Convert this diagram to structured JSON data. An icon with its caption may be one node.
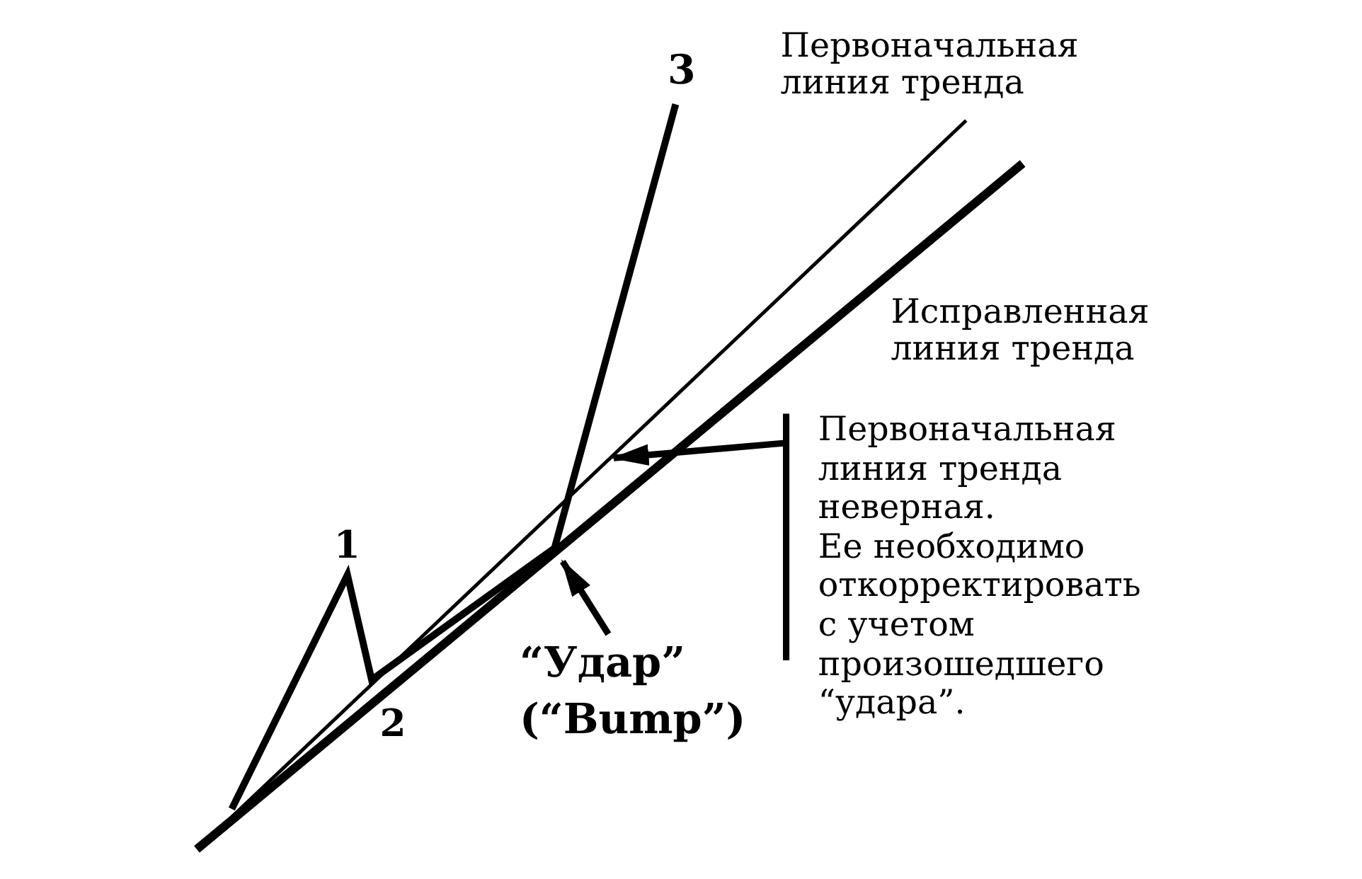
{
  "diagram": {
    "nodes": [
      {
        "text": [
          "Первоначальная линия тренда неверная.",
          "Ее необходимо откорректировать с учетом произошедшего “удара”."
        ]
      },
      {
        "text": [
          "“Удар” (“Bump”)"
        ]
      }
    ],
    "edges": [
      {
        "from": 0,
        "to": null,
        "arrow": "to"
      },
      {
        "from": 1,
        "to": null,
        "arrow": "to"
      }
    ],
    "labels": [
      "Первоначальная линия тренда",
      "3",
      "Исправленная линия тренда",
      "1",
      "2"
    ]
  }
}
